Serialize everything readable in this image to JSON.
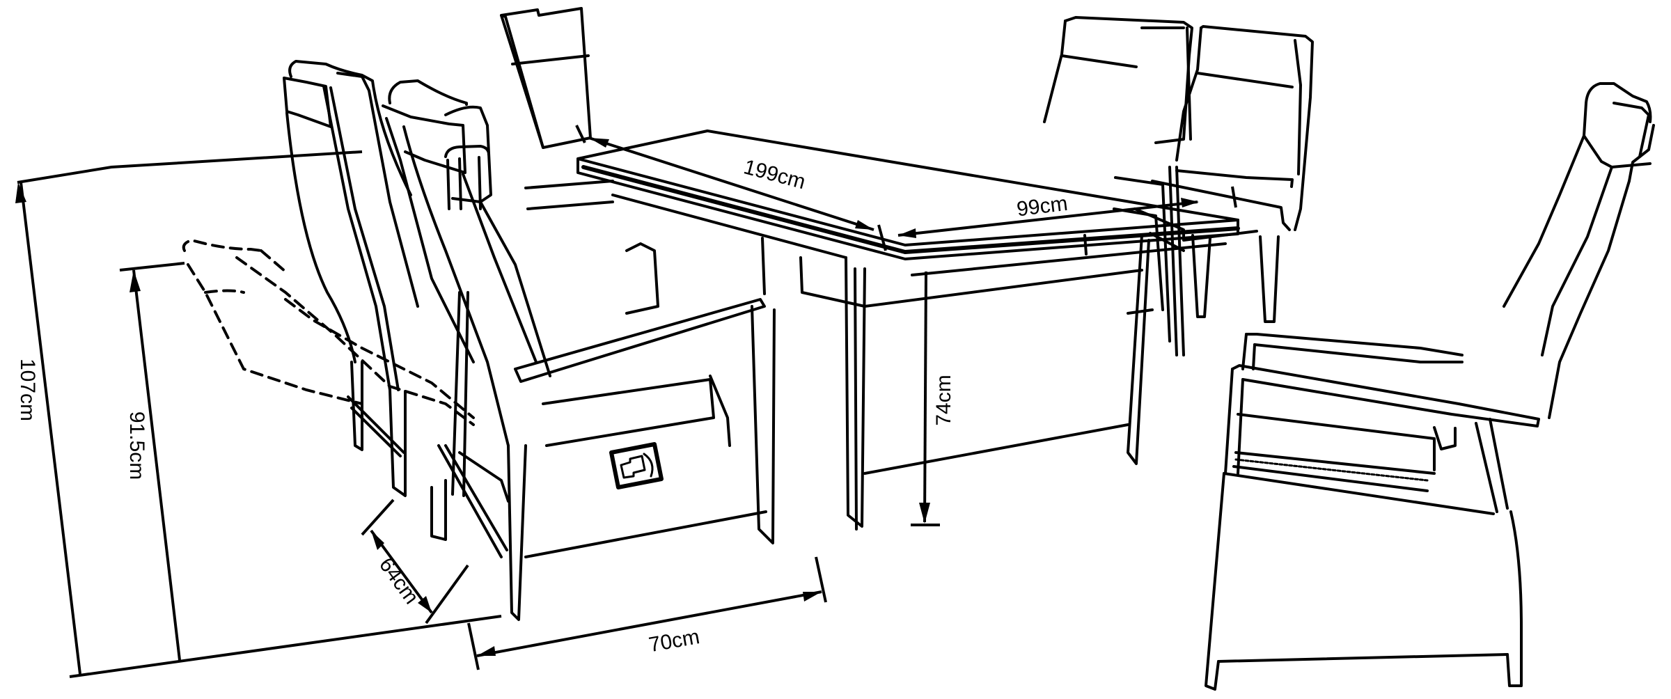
{
  "diagram": {
    "subject": "Garden dining set: rectangular table with six reclining armchairs",
    "colors": {
      "line": "#000000",
      "background": "#ffffff"
    },
    "dimensions": {
      "table_length": "199cm",
      "table_width": "99cm",
      "table_height": "74cm",
      "chair_height": "107cm",
      "chair_height_reclined": "91.5cm",
      "chair_depth": "64cm",
      "chair_width": "70cm"
    },
    "components": [
      {
        "id": "table",
        "label": "Dining table"
      },
      {
        "id": "chair-front-left",
        "label": "Reclining chair (front left, with recline lever)"
      },
      {
        "id": "chair-back-left-1",
        "label": "Reclining chair (back left)"
      },
      {
        "id": "chair-back-left-2",
        "label": "Reclining chair (far back)"
      },
      {
        "id": "chair-back-right-1",
        "label": "Reclining chair (back right)"
      },
      {
        "id": "chair-back-right-2",
        "label": "Reclining chair (right side)"
      },
      {
        "id": "chair-front-right",
        "label": "Reclining chair (front right, reclined)"
      }
    ],
    "annotations": {
      "reclined_outline": "dashed outline showing reclined backrest position",
      "lever_icon": "recline-lever-icon"
    }
  }
}
